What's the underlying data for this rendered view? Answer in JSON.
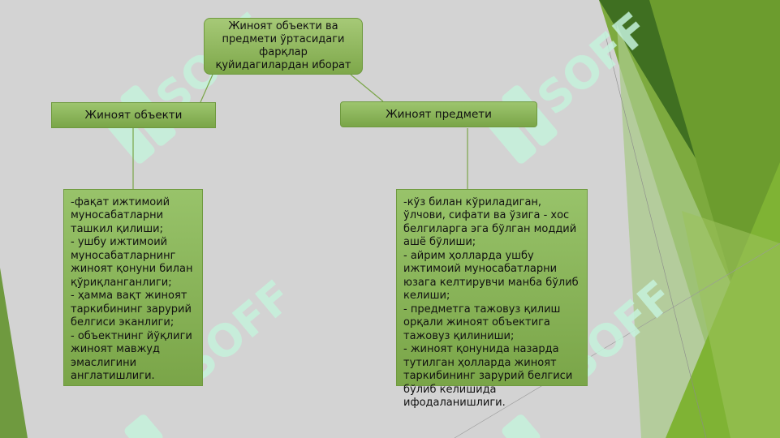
{
  "diagram": {
    "root": {
      "text": "Жиноят объекти ва предмети ўртасидаги фарқлар қуйидагилардан иборат"
    },
    "left": {
      "title": "Жиноят объекти",
      "details": "-фақат ижтимоий муносабатларни ташкил қилиши;\n- ушбу ижтимоий муносабатларнинг жиноят қонуни билан қўриқланганлиги;\n- ҳамма вақт жиноят таркибининг зарурий белгиси эканлиги;\n- объектнинг йўқлиги жиноят мавжуд эмаслигини англатишлиги."
    },
    "right": {
      "title": "Жиноят предмети",
      "details": "-кўз билан кўриладиган, ўлчови, сифати ва ўзига - хос белгиларга эга бўлган моддий ашё бўлиши;\n- айрим ҳолларда ушбу ижтимоий муносабатларни юзага келтирувчи манба бўлиб келиши;\n- предметга тажовуз қилиш орқали жиноят объектига тажовуз қилиниши;\n- жиноят қонунида назарда тутилган ҳолларда жиноят таркибининг зарурий белгиси бўлиб келишида ифодаланишлиги."
    }
  },
  "watermark": {
    "text": "SOFF"
  },
  "colors": {
    "background": "#d3d3d3",
    "box_fill": "#8db35c",
    "dark_green": "#4c7a26",
    "light_green": "#8fc23a",
    "watermark_mint": "#c6f2dc"
  }
}
